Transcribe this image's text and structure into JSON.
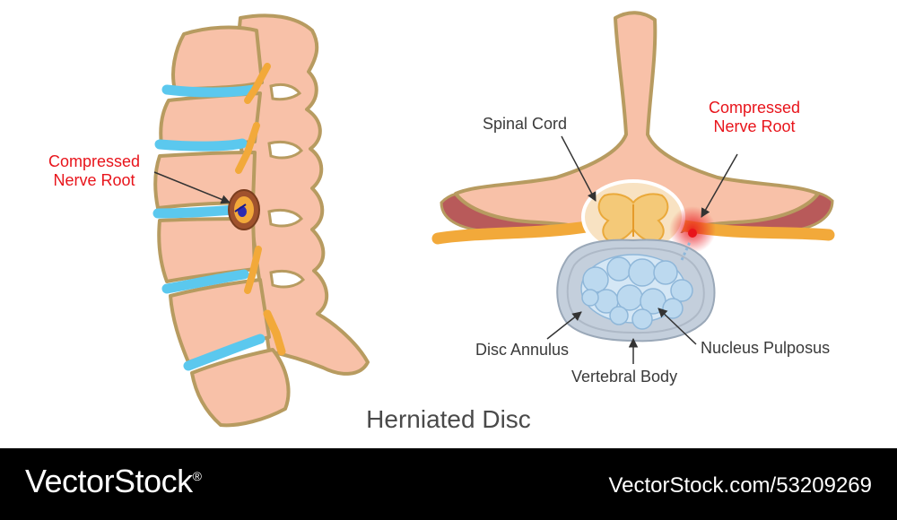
{
  "title": "Herniated Disc",
  "labels": {
    "compressed_left_line1": "Compressed",
    "compressed_left_line2": "Nerve Root",
    "spinal_cord": "Spinal Cord",
    "compressed_right_line1": "Compressed",
    "compressed_right_line2": "Nerve Root",
    "disc_annulus": "Disc Annulus",
    "nucleus_pulposus": "Nucleus Pulposus",
    "vertebral_body": "Vertebral Body"
  },
  "watermark": {
    "brand": "VectorStock",
    "brand_mark": "®",
    "stock_id": "VectorStock.com/53209269"
  },
  "colors": {
    "bone": "#f8c1a8",
    "bone_outline": "#b79b60",
    "disc": "#5bc8ee",
    "nerve": "#f2a93a",
    "nerve_dark": "#e07a1a",
    "muscle": "#b85a5a",
    "cord": "#f4c978",
    "cord_bg": "#f8e2c2",
    "nucleus": "#bcd9ef",
    "annulus": "#c4cfdc",
    "alert": "#e8141b"
  }
}
